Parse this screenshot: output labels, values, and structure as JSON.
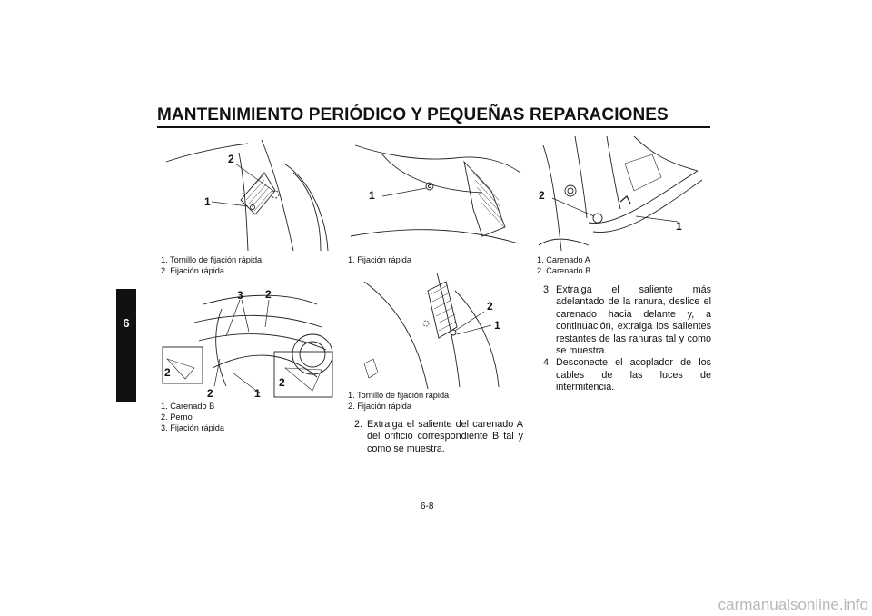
{
  "page": {
    "title": "MANTENIMIENTO PERIÓDICO Y PEQUEÑAS REPARACIONES",
    "chapter_tab": "6",
    "page_number": "6-8",
    "watermark": "carmanualsonline.info"
  },
  "figures": [
    {
      "callouts": [
        "2",
        "1"
      ],
      "captions": [
        "1. Tornillo de fijación rápida",
        "2. Fijación rápida"
      ]
    },
    {
      "callouts": [
        "3",
        "2",
        "2",
        "2",
        "1",
        "2"
      ],
      "captions": [
        "1. Carenado B",
        "2. Perno",
        "3. Fijación rápida"
      ]
    },
    {
      "callouts": [
        "1"
      ],
      "captions": [
        "1. Fijación rápida"
      ]
    },
    {
      "callouts": [
        "2",
        "1"
      ],
      "captions": [
        "1. Tornillo de fijación rápida",
        "2. Fijación rápida"
      ]
    },
    {
      "callouts": [
        "2",
        "1"
      ],
      "captions": [
        "1. Carenado A",
        "2. Carenado B"
      ]
    }
  ],
  "steps_middle": [
    {
      "number": "2.",
      "text": "Extraiga el saliente del carenado A del orificio correspondiente B tal y como se muestra."
    }
  ],
  "steps_right": [
    {
      "number": "3.",
      "text": "Extraiga el saliente más adelantado de la ranura, deslice el carenado hacia delante y, a continuación, extraiga los salientes restantes de las ranuras tal y como se muestra."
    },
    {
      "number": "4.",
      "text": "Desconecte el acoplador de los cables de las luces de intermitencia."
    }
  ]
}
